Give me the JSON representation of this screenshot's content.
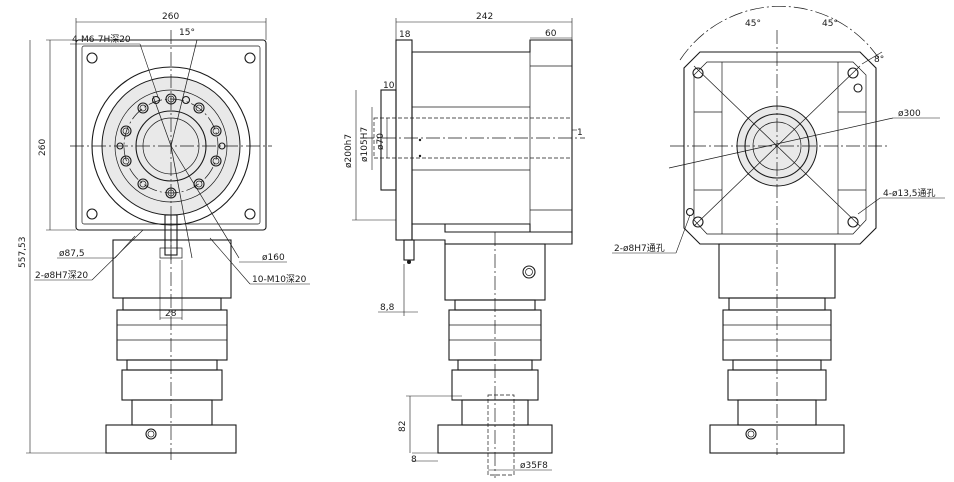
{
  "front_view": {
    "dim_width": "260",
    "dim_height": "260",
    "dim_total_height": "557,53",
    "label_tapped_holes": "4-M6-7H深20",
    "label_angle": "15°",
    "label_pilot_dia": "ø87,5",
    "label_pin_holes": "2-ø8H7深20",
    "label_bolt_circle": "ø160",
    "label_bolt_holes": "10-M10深20",
    "dim_key": "28"
  },
  "side_view": {
    "dim_length": "242",
    "dim_flange": "18",
    "dim_step": "60",
    "dim_recess": "10",
    "dim_pilot": "ø200h7",
    "dim_bore": "ø105H7",
    "dim_shaft": "ø70",
    "dim_runout": "1",
    "dim_base": "8,8",
    "dim_shaft_len": "82",
    "dim_small": "8",
    "dim_input": "ø35F8"
  },
  "rear_view": {
    "label_angle_left": "45°",
    "label_angle_right": "45°",
    "label_angle_small": "8°",
    "label_flange_dia": "ø300",
    "label_through_holes": "4-ø13,5通孔",
    "label_pin_through": "2-ø8H7通孔"
  }
}
